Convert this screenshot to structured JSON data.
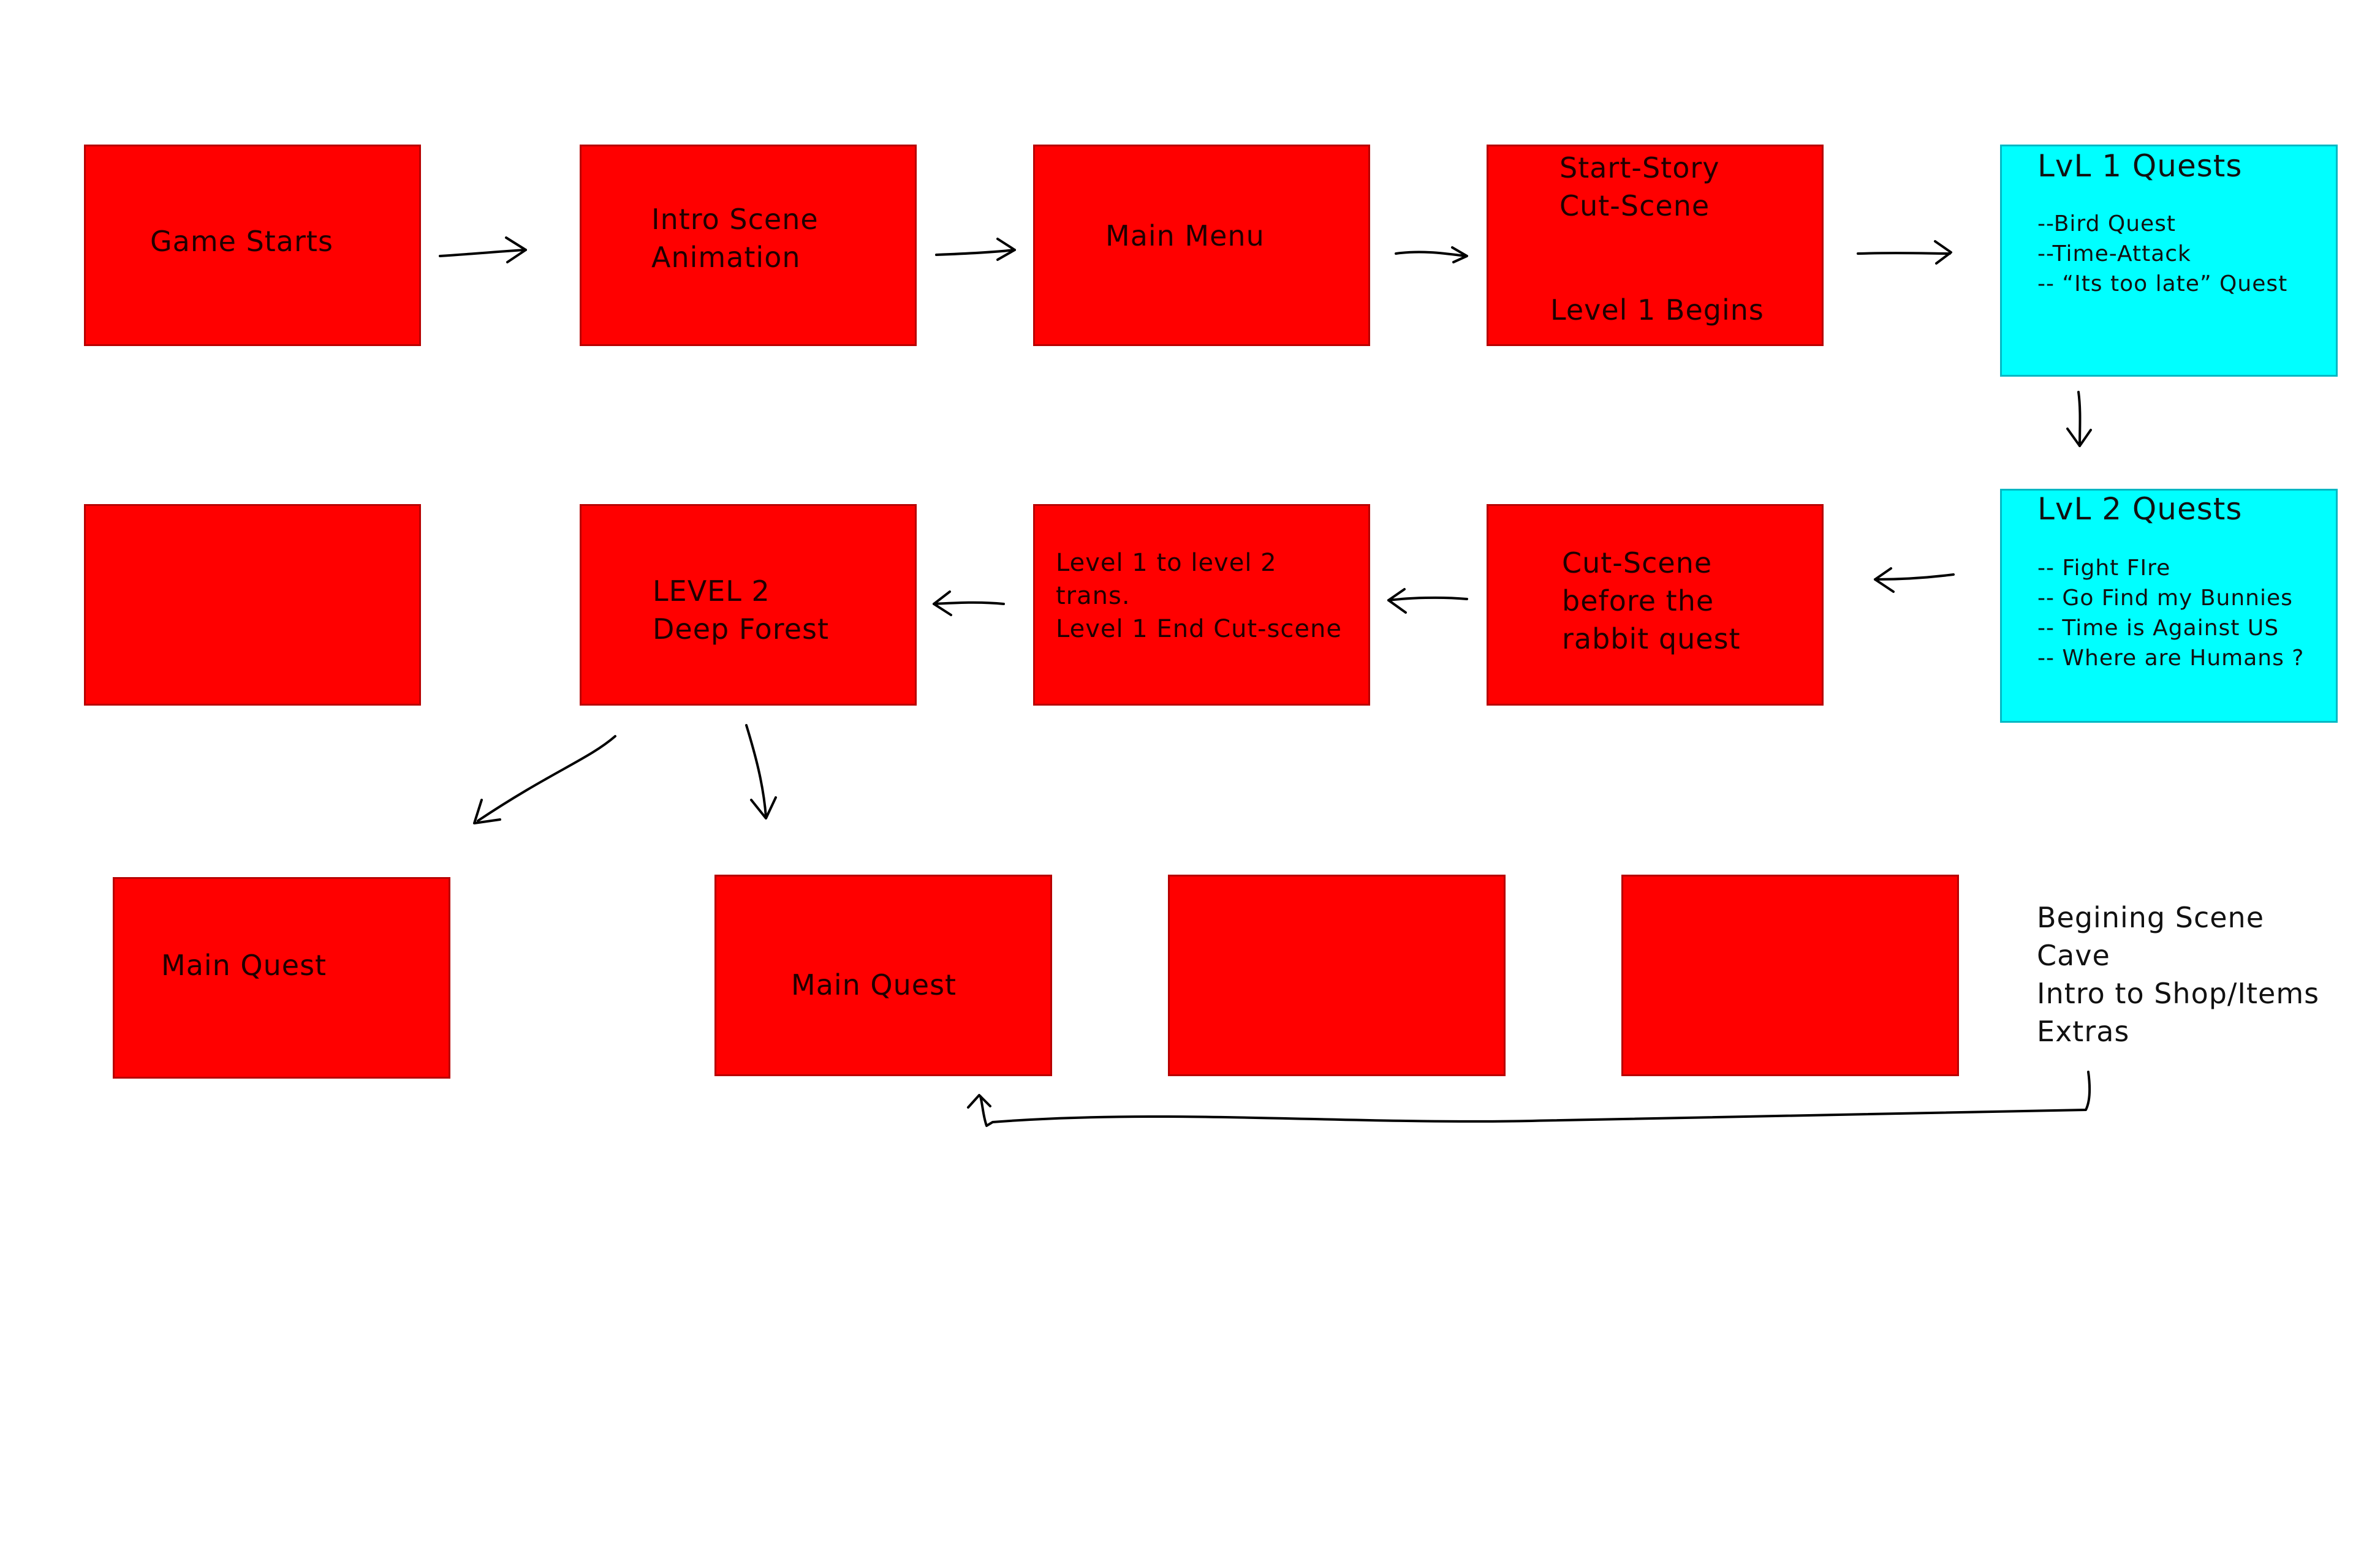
{
  "row1": {
    "game_starts": "Game Starts",
    "intro_scene": [
      "Intro Scene",
      "Animation"
    ],
    "main_menu": "Main Menu",
    "start_story": [
      "Start-Story",
      "Cut-Scene"
    ],
    "level1_begins": "Level 1 Begins"
  },
  "lvl1_quests": {
    "title": "LvL 1 Quests",
    "items": [
      "--Bird Quest",
      "--Time-Attack",
      "-- “Its too late” Quest"
    ]
  },
  "row2": {
    "level2": [
      "LEVEL 2",
      "Deep Forest"
    ],
    "transition": [
      "Level 1 to level 2",
      "trans.",
      "Level 1 End Cut-scene"
    ],
    "rabbit_cutscene": [
      "Cut-Scene",
      "before the",
      "rabbit quest"
    ]
  },
  "lvl2_quests": {
    "title": "LvL 2 Quests",
    "items": [
      "-- Fight FIre",
      "-- Go Find my Bunnies",
      "-- Time is Against US",
      "-- Where are Humans ?"
    ]
  },
  "row3": {
    "main_quest_left": "Main Quest",
    "main_quest_center": "Main Quest"
  },
  "notes": {
    "items": [
      "Begining Scene",
      "Cave",
      "Intro to Shop/Items",
      "Extras"
    ]
  },
  "colors": {
    "box_fill": "#ff0000",
    "quest_fill": "#00ffff",
    "arrow": "#000000"
  }
}
